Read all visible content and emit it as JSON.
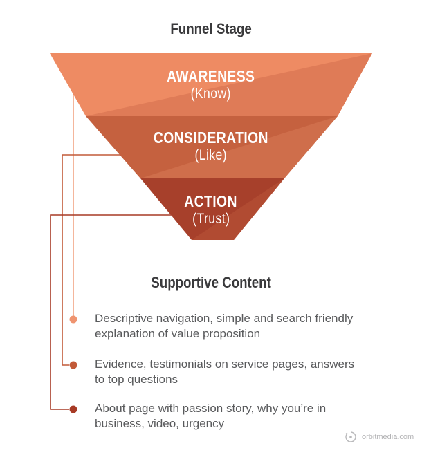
{
  "title": "Funnel Stage",
  "funnel": {
    "stages": [
      {
        "label": "AWARENESS",
        "sublabel": "(Know)",
        "color": "#EE8B63",
        "shade": "#DF7B57",
        "line_color": "#F2A483",
        "dot_color": "#EF9470"
      },
      {
        "label": "CONSIDERATION",
        "sublabel": "(Like)",
        "color": "#C5613F",
        "shade": "#CF6E4B",
        "line_color": "#C25A38",
        "dot_color": "#C25A38"
      },
      {
        "label": "ACTION",
        "sublabel": "(Trust)",
        "color": "#A7402B",
        "shade": "#B14B32",
        "line_color": "#A73A25",
        "dot_color": "#A73A25"
      }
    ]
  },
  "supportive": {
    "heading": "Supportive Content",
    "items": [
      {
        "line1": "Descriptive navigation, simple and search friendly",
        "line2": "explanation of value proposition"
      },
      {
        "line1": "Evidence, testimonials on service pages, answers",
        "line2": "to top questions"
      },
      {
        "line1": "About page with passion story, why you’re in",
        "line2": "business, video, urgency"
      }
    ]
  },
  "footer": {
    "brand": "orbitmedia.com",
    "logo_color": "#b8b8ba"
  }
}
